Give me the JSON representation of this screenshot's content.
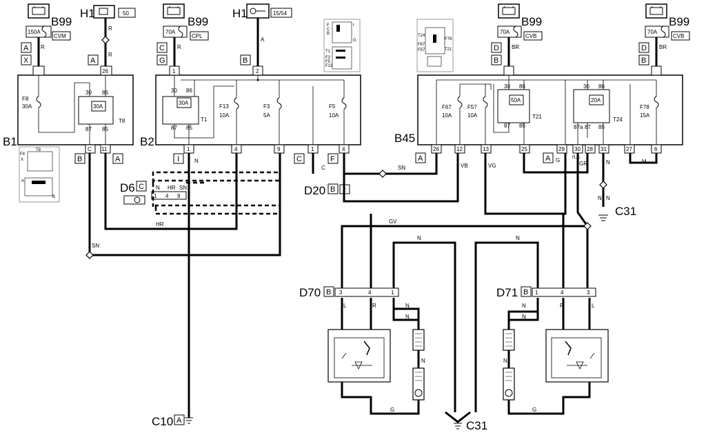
{
  "components": {
    "b99": "B99",
    "h1": "H1",
    "b1": "B1",
    "b2": "B2",
    "b45": "B45",
    "d6": "D6",
    "d20": "D20",
    "d70": "D70",
    "d71": "D71",
    "c10": "C10",
    "c31": "C31"
  },
  "fuses": {
    "f150": "150A",
    "f70": "70A",
    "f30a": "30A",
    "f10a": "10A",
    "f5a": "5A",
    "f15a": "15A",
    "f50a": "50A",
    "f20a": "20A",
    "f8": "F8",
    "f13": "F13",
    "f3": "F3",
    "f5": "F5",
    "f67": "F67",
    "f57": "F57",
    "f78": "F78"
  },
  "relays": {
    "t1": "T1",
    "t8": "T8",
    "t21": "T21",
    "t24": "T24"
  },
  "pins": {
    "p26": "26",
    "p2": "2",
    "p1": "1",
    "p30": "30",
    "p86": "86",
    "p87": "87",
    "p85": "85",
    "p11": "11",
    "p4": "4",
    "p9": "9",
    "p12": "12",
    "p13": "13",
    "p25": "25",
    "p29": "29",
    "p28": "28",
    "p31": "31",
    "p27": "27",
    "p6": "6",
    "p3": "3",
    "p87a": "87a"
  },
  "connectors": {
    "a": "A",
    "b": "B",
    "c": "C",
    "d": "D",
    "f": "F",
    "g": "G",
    "x": "X",
    "i": "I"
  },
  "wires": {
    "r": "R",
    "br": "BR",
    "n": "N",
    "sn": "SN",
    "hr": "HR",
    "c": "C",
    "vb": "VB",
    "vg": "VG",
    "gr": "GR",
    "g": "G",
    "m": "M",
    "gv": "GV",
    "l": "L",
    "nc": "n.c."
  },
  "tags": {
    "cvm": "CVM",
    "cpl": "CPL",
    "cvb": "CVB",
    "s50": "50",
    "s1554": "15/54"
  },
  "inset": {
    "t8": "T8",
    "f8": "F8",
    "x": "X",
    "a": "A",
    "b": "B",
    "f": "F",
    "c": "C",
    "i": "I",
    "g": "G",
    "t1": "T1",
    "f3": "F3",
    "f5": "F5",
    "f13": "F13",
    "t24": "T24",
    "f78": "F78",
    "f67": "F67",
    "f57": "F57",
    "t21": "T21"
  }
}
